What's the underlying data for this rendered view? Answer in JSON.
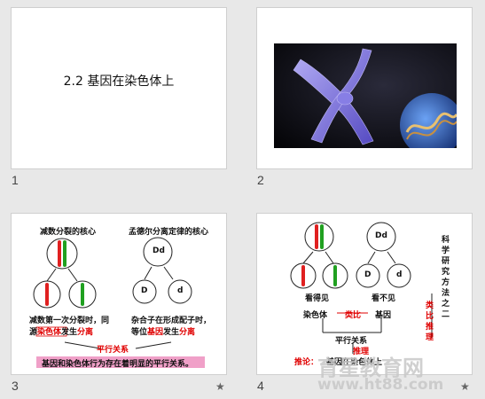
{
  "slides": [
    {
      "number": "1",
      "title": "2.2 基因在染色体上"
    },
    {
      "number": "2"
    },
    {
      "number": "3",
      "heading_left": "减数分裂的核心",
      "heading_right": "孟德尔分离定律的核心",
      "dd": "Dd",
      "d_upper": "D",
      "d_lower": "d",
      "text_left_1": "减数第一次分裂时，同",
      "text_left_2a": "源",
      "text_left_2b": "染色体",
      "text_left_2c": "发生",
      "text_left_2d": "分离",
      "text_right_1": "杂合子在形成配子时，",
      "text_right_2a": "等位",
      "text_right_2b": "基因",
      "text_right_2c": "发生",
      "text_right_2d": "分离",
      "parallel": "平行关系",
      "conclusion": "基因和染色体行为存在着明显的平行关系。",
      "star": "★"
    },
    {
      "number": "4",
      "dd": "Dd",
      "d_upper": "D",
      "d_lower": "d",
      "visible_1": "看得见",
      "visible_2": "看不见",
      "chromosome": "染色体",
      "gene": "基因",
      "compare": "类比",
      "parallel": "平行关系",
      "side_title": "科学研究方法之二",
      "side_method": "类比推理",
      "infer_label": "推论：",
      "infer_word": "推理",
      "infer_text": "基因在染色体上",
      "star": "★"
    }
  ],
  "watermark": {
    "line1": "育星教育网",
    "line2": "www.ht88.com"
  }
}
